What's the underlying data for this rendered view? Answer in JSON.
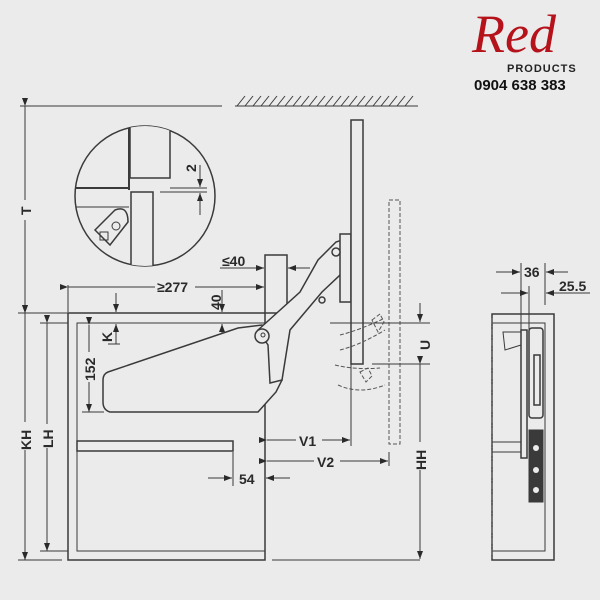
{
  "logo": {
    "brand": "Red",
    "sub": "PRODUCTS",
    "phone": "0904 638 383",
    "brand_color": "#b5121b"
  },
  "dimensions": {
    "T": "T",
    "KH": "KH",
    "LH": "LH",
    "K": "K",
    "d152": "152",
    "d277": "≥277",
    "d40max": "≤40",
    "d40": "40",
    "d2": "2",
    "V1": "V1",
    "V2": "V2",
    "d54": "54",
    "U": "U",
    "HH": "HH",
    "d36": "36",
    "d25_5": "25.5"
  },
  "colors": {
    "background": "#ebebeb",
    "line": "#3a3a3a"
  }
}
